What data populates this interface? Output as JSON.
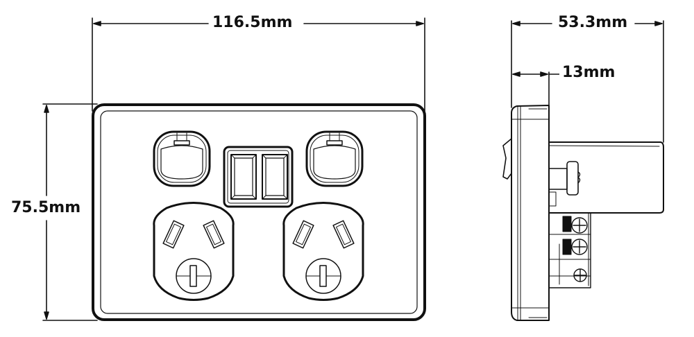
{
  "diagram": {
    "type": "technical-dimension-drawing",
    "subject": "Double power outlet with USB charger",
    "colors": {
      "line": "#111111",
      "background": "#ffffff"
    },
    "front_view": {
      "width_label": "116.5mm",
      "height_label": "75.5mm",
      "components": [
        "switch-left",
        "usb-charger-dual-port",
        "switch-right",
        "socket-left",
        "socket-right"
      ]
    },
    "side_view": {
      "depth_label": "53.3mm",
      "plate_depth_label": "13mm",
      "components": [
        "faceplate",
        "rocker-switch",
        "body-housing",
        "terminal-screws"
      ]
    }
  }
}
